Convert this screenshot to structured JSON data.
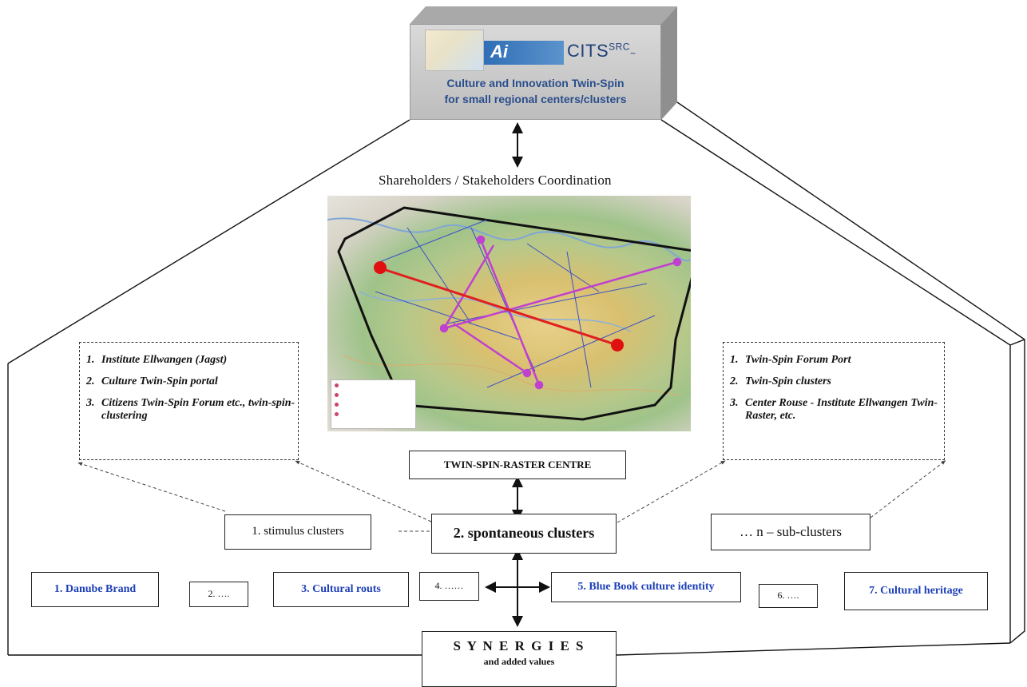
{
  "header": {
    "logo_letters": "Ai",
    "logo_caption": "",
    "title": "CITS",
    "title_sup": "SRC",
    "subtitle_line1": "Culture and Innovation Twin-Spin",
    "subtitle_line2": "for small regional centers/clusters"
  },
  "coordination_label": "Shareholders / Stakeholders Coordination",
  "map_legend": [
    "",
    "",
    "",
    ""
  ],
  "left_list": [
    {
      "num": "1.",
      "text": "Institute Ellwangen (Jagst)"
    },
    {
      "num": "2.",
      "text": "Culture Twin-Spin portal"
    },
    {
      "num": "3.",
      "text": "Citizens Twin-Spin Forum etc., twin-spin-clustering"
    }
  ],
  "right_list": [
    {
      "num": "1.",
      "text": "Twin-Spin Forum Port"
    },
    {
      "num": "2.",
      "text": "Twin-Spin  clusters"
    },
    {
      "num": "3.",
      "text": "Center Rouse - Institute Ellwangen Twin-Raster, etc."
    }
  ],
  "centre_label": "TWIN-SPIN-RASTER CENTRE",
  "clusters": {
    "stimulus": "1. stimulus clusters",
    "spontaneous": "2. spontaneous clusters",
    "sub": "… n – sub-clusters"
  },
  "bottom_row": {
    "b1": "1. Danube Brand",
    "b2": "2. ….",
    "b3": "3. Cultural routs",
    "b4": "4. ……",
    "b5": "5. Blue Book culture identity",
    "b6": "6. ….",
    "b7": "7.  Cultural heritage"
  },
  "synergies": {
    "title": "S Y N E R G I E S",
    "sub": "and added values"
  },
  "colors": {
    "link_blue": "#1d3fb8",
    "header_text": "#2a4e8c",
    "route_red": "#e02020",
    "route_purple": "#c040d0",
    "route_blue": "#3a50c8",
    "city_dot": "#e01010"
  }
}
